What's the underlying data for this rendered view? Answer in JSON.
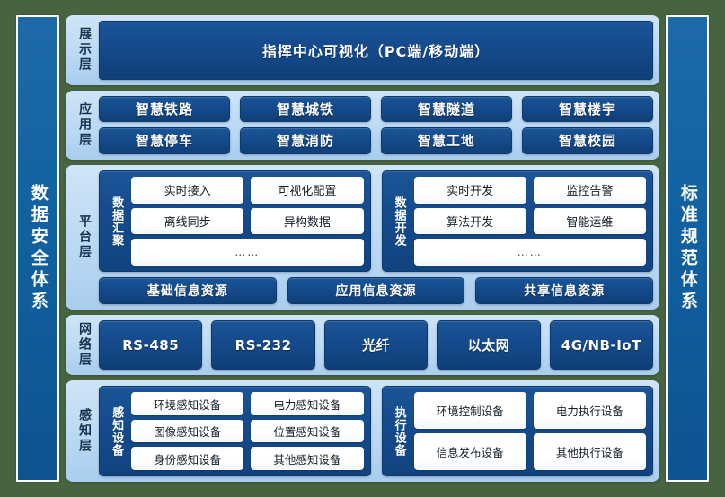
{
  "theme": {
    "background": "#48633f",
    "pillar_blue": "#1161a0",
    "panel_light_blue": "#bcd9f4",
    "chip_dark_blue": "#14498a",
    "cell_white": "#ffffff",
    "label_text": "#16324f"
  },
  "left_pillar": {
    "label": "数据安全体系"
  },
  "right_pillar": {
    "label": "标准规范体系"
  },
  "layers": {
    "display": {
      "label": "展示层",
      "bar": "指挥中心可视化（PC端/移动端）"
    },
    "application": {
      "label": "应用层",
      "items": [
        "智慧铁路",
        "智慧城铁",
        "智慧隧道",
        "智慧楼宇",
        "智慧停车",
        "智慧消防",
        "智慧工地",
        "智慧校园"
      ]
    },
    "platform": {
      "label": "平台层",
      "groups": [
        {
          "label": "数据汇聚",
          "cells": [
            "实时接入",
            "可视化配置",
            "离线同步",
            "异构数据"
          ],
          "dots": "……"
        },
        {
          "label": "数据开发",
          "cells": [
            "实时开发",
            "监控告警",
            "算法开发",
            "智能运维"
          ],
          "dots": "……"
        }
      ],
      "resources": [
        "基础信息资源",
        "应用信息资源",
        "共享信息资源"
      ]
    },
    "network": {
      "label": "网络层",
      "items": [
        "RS-485",
        "RS-232",
        "光纤",
        "以太网",
        "4G/NB-IoT"
      ]
    },
    "sense": {
      "label": "感知层",
      "groups": [
        {
          "label": "感知设备",
          "cells": [
            "环境感知设备",
            "电力感知设备",
            "图像感知设备",
            "位置感知设备",
            "身份感知设备",
            "其他感知设备"
          ]
        },
        {
          "label": "执行设备",
          "cells": [
            "环境控制设备",
            "电力执行设备",
            "信息发布设备",
            "其他执行设备"
          ]
        }
      ]
    }
  }
}
